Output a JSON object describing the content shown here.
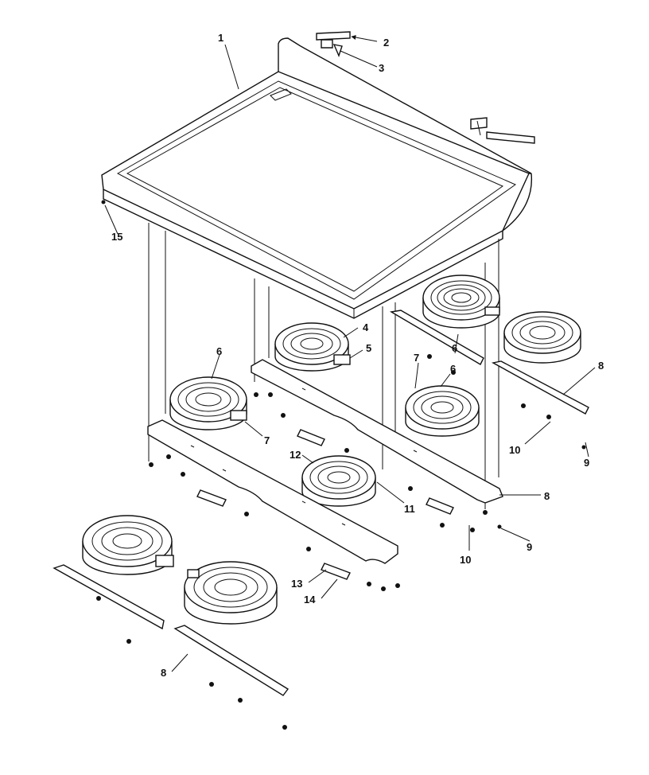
{
  "labels": {
    "l1": "1",
    "l2": "2",
    "l3": "3",
    "l4": "4",
    "l5": "5",
    "l6a": "6",
    "l6b": "6",
    "l6c": "6",
    "l7a": "7",
    "l7b": "7",
    "l8a": "8",
    "l8b": "8",
    "l8c": "8",
    "l9a": "9",
    "l9b": "9",
    "l10a": "10",
    "l10b": "10",
    "l11": "11",
    "l12": "12",
    "l13": "13",
    "l14": "14",
    "l15": "15"
  }
}
